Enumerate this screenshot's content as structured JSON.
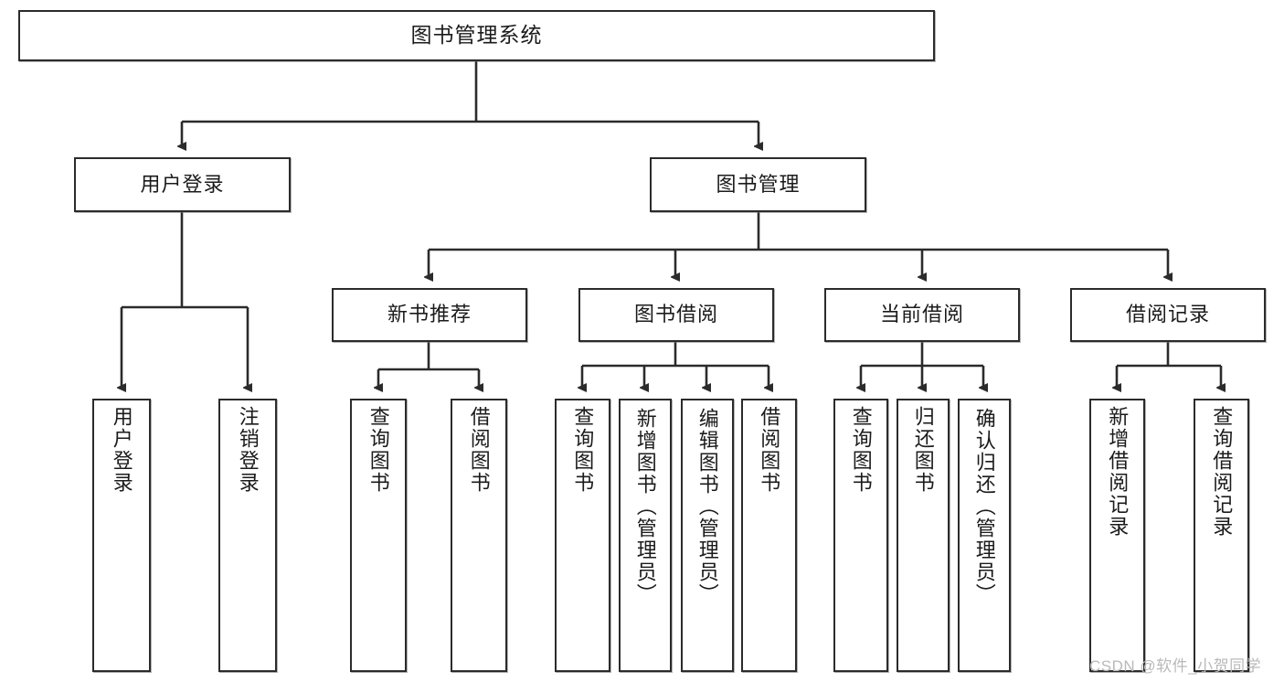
{
  "diagram": {
    "title": "图书管理系统",
    "type": "hierarchy-tree",
    "watermark": "CSDN @软件_小贺同学",
    "colors": {
      "node_border": "#2b2b2b",
      "node_fill": "#ffffff",
      "edge": "#2b2b2b",
      "watermark": "#b9b9b9",
      "background": "#ffffff"
    },
    "root": {
      "label": "图书管理系统"
    },
    "level2": [
      {
        "label": "用户登录"
      },
      {
        "label": "图书管理"
      }
    ],
    "level3": [
      {
        "label": "新书推荐"
      },
      {
        "label": "图书借阅"
      },
      {
        "label": "当前借阅"
      },
      {
        "label": "借阅记录"
      }
    ],
    "leaves": {
      "user_login": [
        {
          "label": "用户登录"
        },
        {
          "label": "注销登录"
        }
      ],
      "new_book_recommend": [
        {
          "label": "查询图书"
        },
        {
          "label": "借阅图书"
        }
      ],
      "book_borrow": [
        {
          "label": "查询图书"
        },
        {
          "label": "新增图书（管理员）"
        },
        {
          "label": "编辑图书（管理员）"
        },
        {
          "label": "借阅图书"
        }
      ],
      "current_borrow": [
        {
          "label": "查询图书"
        },
        {
          "label": "归还图书"
        },
        {
          "label": "确认归还（管理员）"
        }
      ],
      "borrow_record": [
        {
          "label": "新增借阅记录"
        },
        {
          "label": "查询借阅记录"
        }
      ]
    }
  }
}
